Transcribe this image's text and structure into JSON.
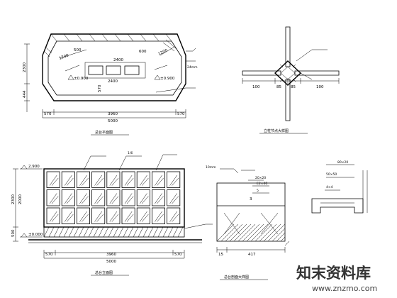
{
  "plan": {
    "dims_bottom": [
      "570",
      "3960",
      "570"
    ],
    "dim_total": "5000",
    "dims_left": [
      "2300",
      "444"
    ],
    "interior_dims": [
      "1200",
      "500",
      "1200",
      "2400",
      "2400",
      "600",
      "570"
    ],
    "elevation_marks": [
      "±0.900",
      "±0.900"
    ],
    "note": "24mm",
    "caption": "总台平面图"
  },
  "detail_top_right": {
    "dims": [
      "100",
      "85",
      "85",
      "100"
    ],
    "caption": "立柱节点大样图"
  },
  "elevation": {
    "elev_top": "2.900",
    "elev_bottom": "±0.000",
    "dims_left": [
      "2300",
      "2000",
      "500"
    ],
    "dims_bottom": [
      "570",
      "3960",
      "570"
    ],
    "dim_total": "5000",
    "panel_mark": "1/6",
    "caption": "总台立面图"
  },
  "section": {
    "labels": [
      "10mm",
      "20×20",
      "E2×40",
      "5"
    ],
    "mark": "3",
    "dims_bottom": [
      "417",
      "15"
    ],
    "caption": "总台剖面大样图"
  },
  "detail_far_right": {
    "labels": [
      "80×20",
      "50×50",
      "4×4"
    ]
  },
  "watermark": {
    "name": "知末资料库",
    "url": "www.znzmo.com"
  }
}
